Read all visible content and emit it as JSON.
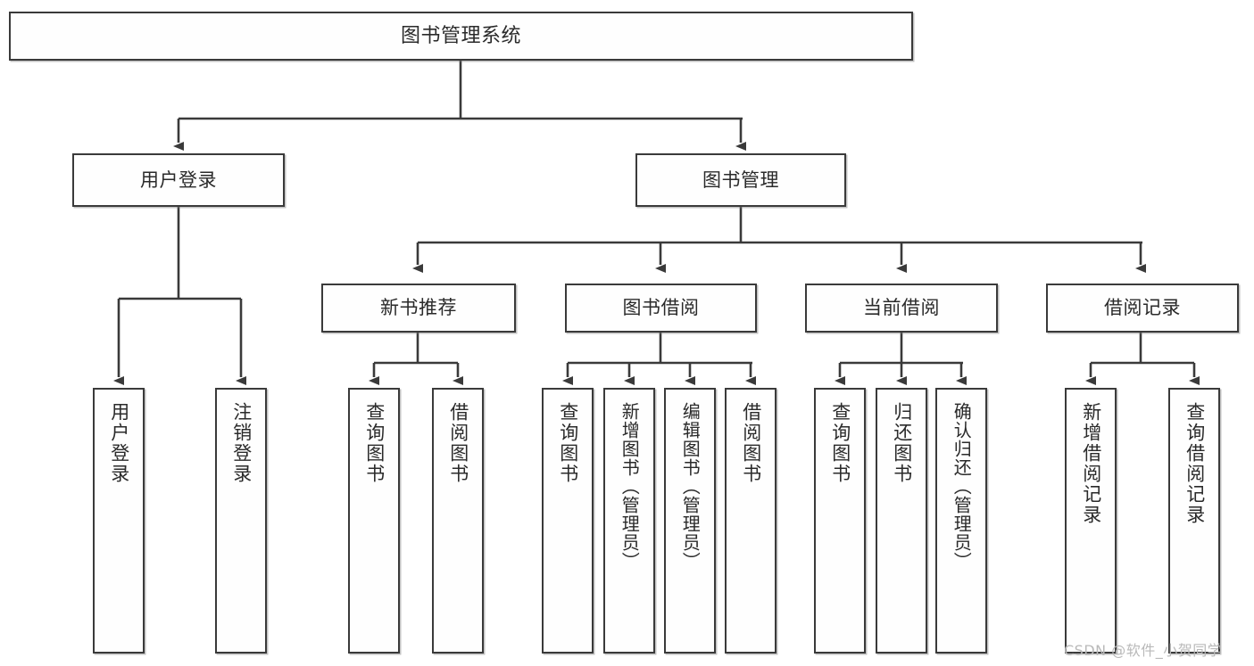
{
  "diagram": {
    "title": "图书管理系统",
    "type": "tree-hierarchy-chart",
    "watermark": "CSDN @软件_小贺同学",
    "colors": {
      "border": "#3a3a3a",
      "node_fill": "#fefefe",
      "edge": "#3a3a3a",
      "text": "#2a2a2a",
      "background": "#ffffff",
      "watermark": "#b9b9b9"
    }
  },
  "nodes": {
    "root": {
      "label": "图书管理系统",
      "level": 0
    },
    "level1": [
      {
        "id": "user-login",
        "label": "用户登录"
      },
      {
        "id": "book-manage",
        "label": "图书管理"
      }
    ],
    "level2": [
      {
        "id": "new-book-recommend",
        "label": "新书推荐",
        "parent": "book-manage"
      },
      {
        "id": "book-borrow",
        "label": "图书借阅",
        "parent": "book-manage"
      },
      {
        "id": "current-borrow",
        "label": "当前借阅",
        "parent": "book-manage"
      },
      {
        "id": "borrow-record",
        "label": "借阅记录",
        "parent": "book-manage"
      }
    ],
    "leaves": [
      {
        "id": "leaf-user-login",
        "label": "用户登录",
        "parent": "user-login"
      },
      {
        "id": "leaf-logout",
        "label": "注销登录",
        "parent": "user-login"
      },
      {
        "id": "leaf-query-book-1",
        "label": "查询图书",
        "parent": "new-book-recommend"
      },
      {
        "id": "leaf-borrow-book-1",
        "label": "借阅图书",
        "parent": "new-book-recommend"
      },
      {
        "id": "leaf-query-book-2",
        "label": "查询图书",
        "parent": "book-borrow"
      },
      {
        "id": "leaf-add-book",
        "label": "新增图书（管理员）",
        "parent": "book-borrow"
      },
      {
        "id": "leaf-edit-book",
        "label": "编辑图书（管理员）",
        "parent": "book-borrow"
      },
      {
        "id": "leaf-borrow-book-2",
        "label": "借阅图书",
        "parent": "book-borrow"
      },
      {
        "id": "leaf-query-book-3",
        "label": "查询图书",
        "parent": "current-borrow"
      },
      {
        "id": "leaf-return-book",
        "label": "归还图书",
        "parent": "current-borrow"
      },
      {
        "id": "leaf-confirm-return",
        "label": "确认归还（管理员）",
        "parent": "current-borrow"
      },
      {
        "id": "leaf-add-record",
        "label": "新增借阅记录",
        "parent": "borrow-record"
      },
      {
        "id": "leaf-query-record",
        "label": "查询借阅记录",
        "parent": "borrow-record"
      }
    ]
  }
}
